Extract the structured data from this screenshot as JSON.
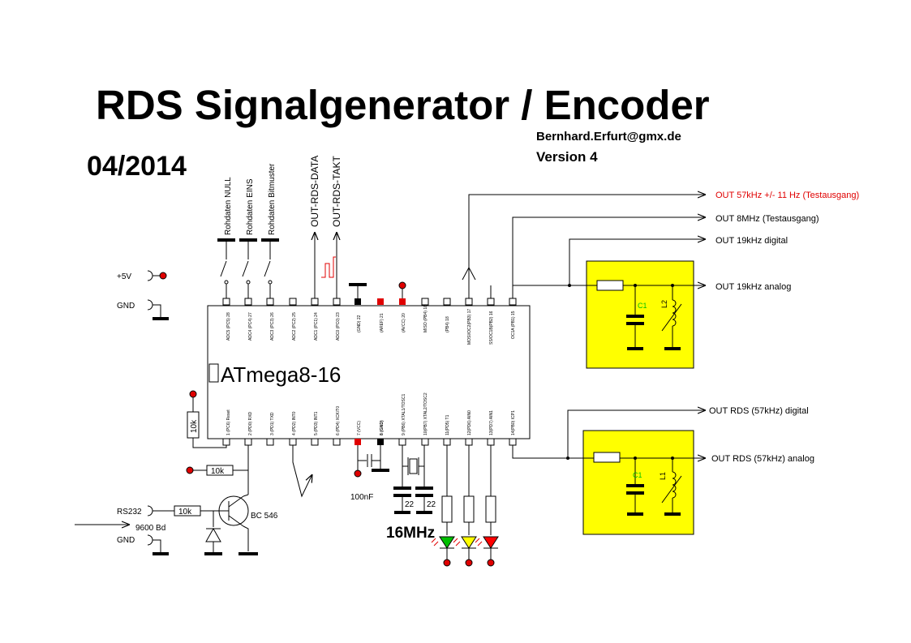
{
  "header": {
    "title": "RDS Signalgenerator / Encoder",
    "date": "04/2014",
    "author": "Bernhard.Erfurt@gmx.de",
    "version": "Version 4"
  },
  "chip": {
    "name": "ATmega8-16",
    "top_pins": [
      "ADC5 (PC5) 28",
      "ADC4 (PC4) 27",
      "ADC3 (PC3) 26",
      "ADC2 (PC2) 25",
      "ADC1 (PC1) 24",
      "ADC0 (PC0) 23",
      "(GND) 22",
      "(AREF) 21",
      "(AVCC) 20",
      "MISO (PB4) 18",
      "(PB4) 18",
      "MOSI/OC2(PB3) 17",
      "SS/OC1B(PB2) 16",
      "OC1A (PB1) 15"
    ],
    "bottom_pins": [
      "1 (PC6) Reset",
      "2 (PD0) RXD",
      "3 (PD1) TXD",
      "4 (PD2) INT0",
      "5 (PD3) INT1",
      "6 (PD4) XCK/T0",
      "7 (VCC)",
      "8 (GND)",
      "9 (PB6) XTAL1/TOSC1",
      "10(PB7) XTAL2/TOSC2",
      "11(PD5) T1",
      "12(PD6) AIN0",
      "13(PD7) AIN1",
      "14(PB0) ICP1"
    ]
  },
  "inputs": {
    "rohdaten_null": "Rohdaten NULL",
    "rohdaten_eins": "Rohdaten EINS",
    "rohdaten_bitmuster": "Rohdaten Bitmuster",
    "out_rds_data": "OUT-RDS-DATA",
    "out_rds_takt": "OUT-RDS-TAKT"
  },
  "power": {
    "vcc": "+5V",
    "gnd": "GND"
  },
  "outputs": {
    "out_57khz_test": "OUT 57kHz +/- 11 Hz (Testausgang)",
    "out_8mhz": "OUT 8MHz (Testausgang)",
    "out_19khz_digital": "OUT 19kHz digital",
    "out_19khz_analog": "OUT 19kHz analog",
    "out_rds_digital": "OUT RDS (57kHz) digital",
    "out_rds_analog": "OUT RDS (57kHz) analog"
  },
  "components": {
    "r_reset": "10k",
    "r_base_pullup": "10k",
    "r_rs232": "10k",
    "transistor": "BC 546",
    "rs232": "RS232",
    "baud": "9600 Bd",
    "gnd2": "GND",
    "cap_100nf": "100nF",
    "cap_22a": "22",
    "cap_22b": "22",
    "crystal": "16MHz",
    "c1_top": "C1",
    "l2_top": "L2",
    "c1_bottom": "C1",
    "l1_bottom": "L1"
  },
  "colors": {
    "filter_box": "#ffff00",
    "red_pad": "#e00000",
    "red_text": "#e00000",
    "led_green": "#00c000",
    "led_yellow": "#ffff00",
    "led_red": "#ff0000",
    "comp_label_green": "#00c000"
  }
}
